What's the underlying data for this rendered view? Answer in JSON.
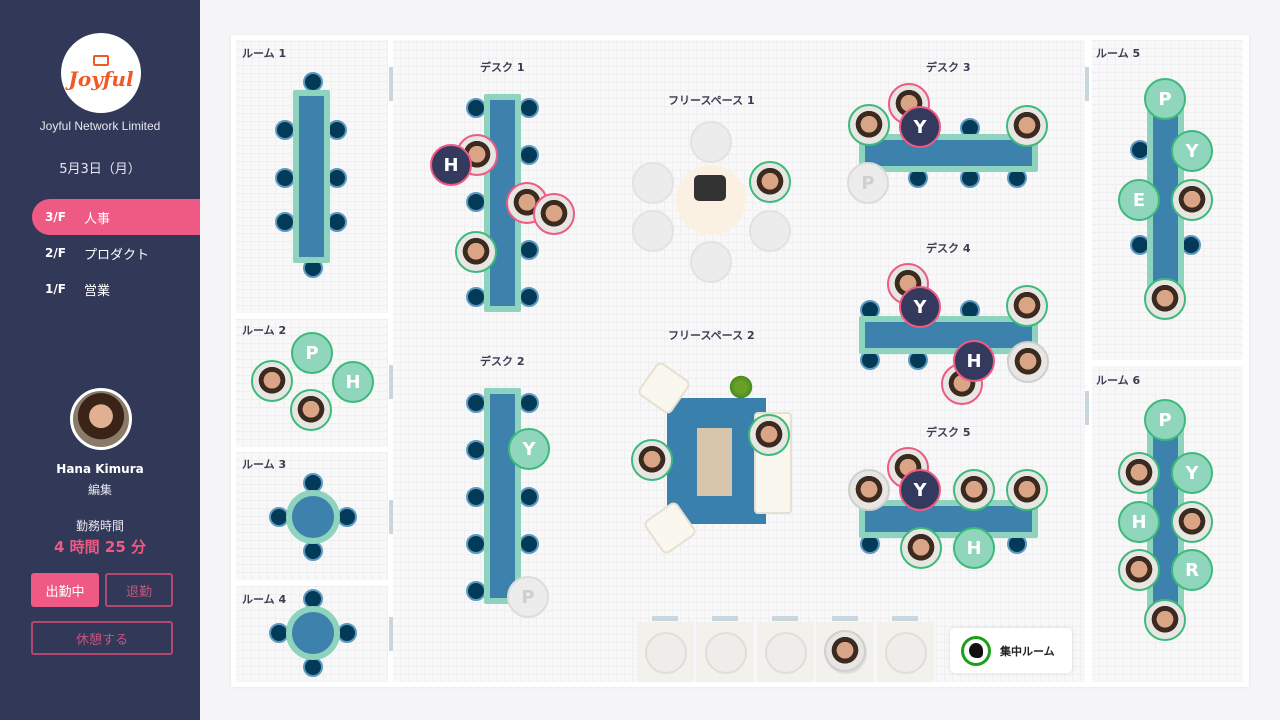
{
  "sidebar": {
    "company": "Joyful Network Limited",
    "logo_text": "Joyful",
    "date": "5月3日（月）",
    "floors": [
      {
        "floor": "3/F",
        "name": "人事",
        "active": true
      },
      {
        "floor": "2/F",
        "name": "プロダクト"
      },
      {
        "floor": "1/F",
        "name": "営業"
      }
    ],
    "user": {
      "name": "Hana Kimura",
      "role": "編集"
    },
    "work_label": "勤務時間",
    "work_time": "4 時間 25 分",
    "buttons": {
      "clock_in": "出勤中",
      "clock_out": "退勤",
      "break": "休憩する"
    }
  },
  "plan": {
    "areas": [
      "ルーム 1",
      "ルーム 2",
      "ルーム 3",
      "ルーム 4",
      "ルーム 5",
      "ルーム 6",
      "デスク 1",
      "デスク 2",
      "デスク 3",
      "デスク 4",
      "デスク 5",
      "フリースペース 1",
      "フリースペース 2"
    ],
    "focus_room": "集中ルーム",
    "avatar_letters": [
      "H",
      "P",
      "H",
      "Y",
      "P",
      "Y",
      "P",
      "Y",
      "H",
      "Y",
      "H",
      "P",
      "Y",
      "E",
      "P",
      "Y",
      "H",
      "R"
    ]
  }
}
